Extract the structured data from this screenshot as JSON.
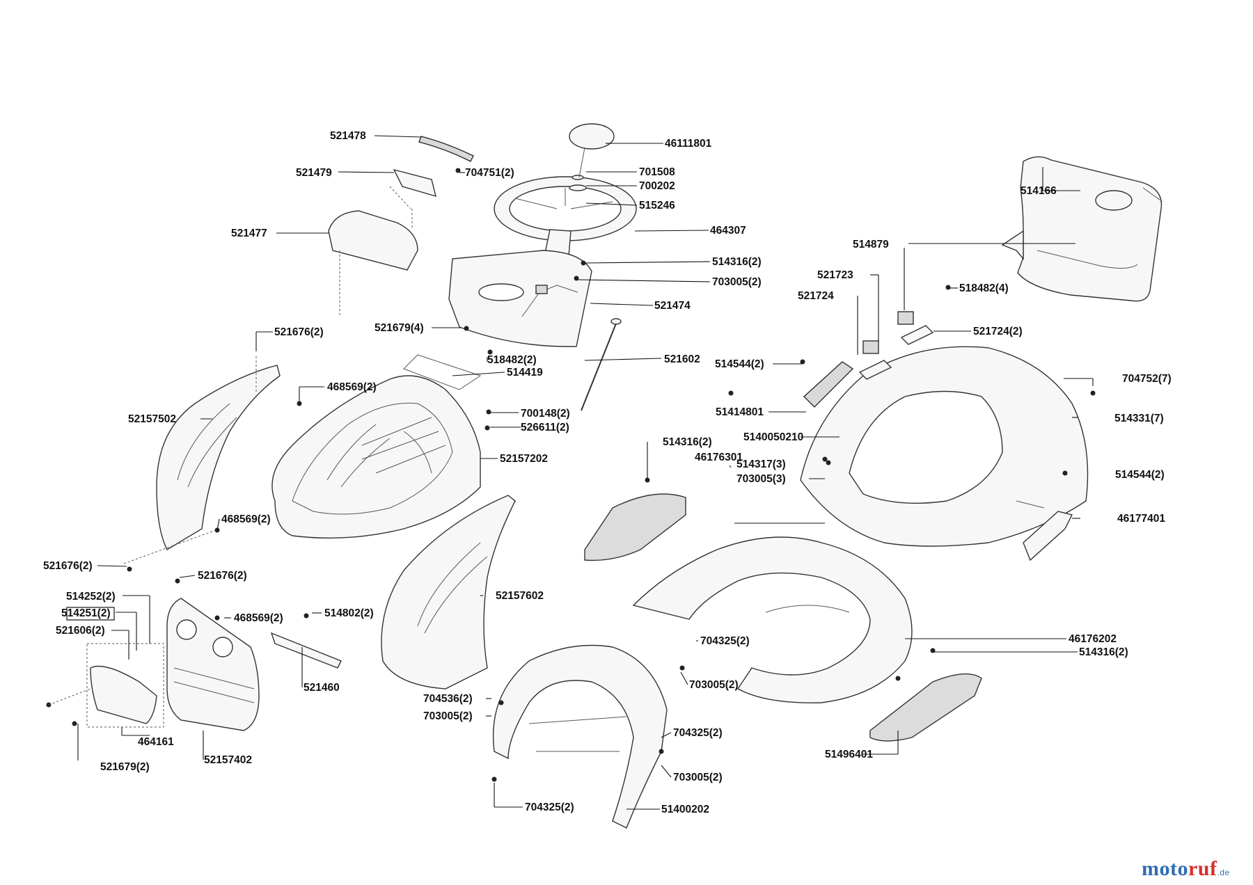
{
  "labels": [
    "521478",
    "46111801",
    "521479",
    "704751(2)",
    "701508",
    "700202",
    "515246",
    "521477",
    "464307",
    "514316(2)",
    "703005(2)",
    "521474",
    "521679(4)",
    "518482(2)",
    "521676(2)",
    "521602",
    "514419",
    "468569(2)",
    "52157502",
    "700148(2)",
    "526611(2)",
    "52157202",
    "468569(2)",
    "521676(2)",
    "521676(2)",
    "514252(2)",
    "514251(2)",
    "521606(2)",
    "468569(2)",
    "514802(2)",
    "521460",
    "464161",
    "521679(2)",
    "52157402",
    "52157602",
    "704325(2)",
    "703005(2)",
    "704536(2)",
    "703005(2)",
    "704325(2)",
    "703005(2)",
    "704325(2)",
    "51400202",
    "514166",
    "514879",
    "521723",
    "518482(4)",
    "521724",
    "521724(2)",
    "514544(2)",
    "704752(7)",
    "51414801",
    "514331(7)",
    "5140050210",
    "514316(2)",
    "46176301",
    "514317(3)",
    "703005(3)",
    "514544(2)",
    "46177401",
    "46176202",
    "514316(2)",
    "51496401"
  ],
  "watermark": {
    "main_a": "moto",
    "main_b": "ruf",
    "tld": ".de"
  }
}
